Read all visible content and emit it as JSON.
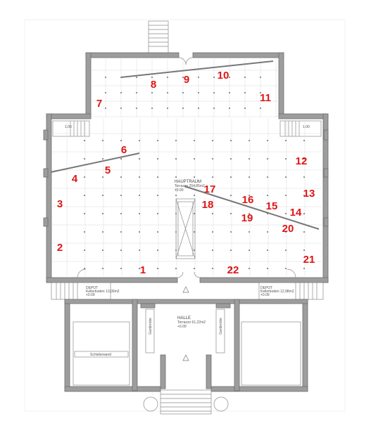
{
  "numbers": [
    "1",
    "2",
    "3",
    "4",
    "5",
    "6",
    "7",
    "8",
    "9",
    "10",
    "11",
    "12",
    "13",
    "14",
    "15",
    "16",
    "17",
    "18",
    "19",
    "20",
    "21",
    "22"
  ],
  "labels": {
    "hauptraum": "HAUPTRAUM",
    "hauptraum_sub": "Terrazzo 254,85m2",
    "hauptraum_level": "±0.00",
    "halle": "HALLE",
    "halle_sub": "Terrazzo 61,22m2",
    "halle_level": "+0.09",
    "depot_left": "DEPOT",
    "depot_left_sub": "Kellerboden 13,09m2",
    "depot_left_level": "+0.09",
    "depot_right": "DEPOT",
    "depot_right_sub": "Kellerboden 12,98m2",
    "depot_right_level": "+0.09",
    "garderobe_left": "Garderobe",
    "garderobe_right": "Garderobe",
    "schiebewand": "Schiebewand",
    "level_left": "1.00",
    "level_right": "1.00"
  }
}
